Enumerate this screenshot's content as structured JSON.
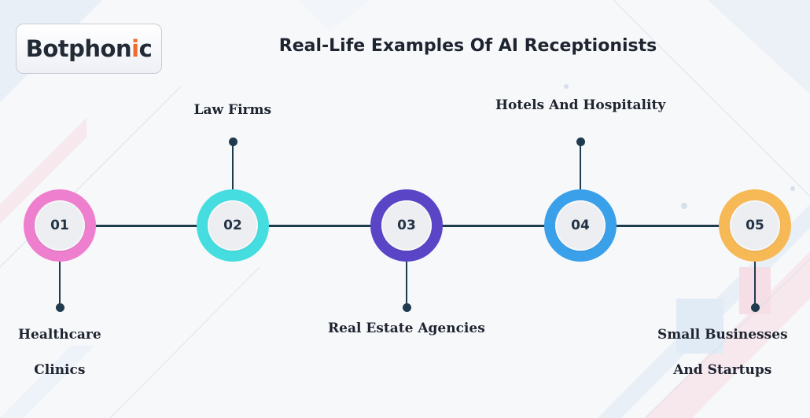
{
  "logo": {
    "text_main": "Botphon",
    "text_accent_i": "i",
    "text_end": "c"
  },
  "title": "Real-Life Examples Of AI Receptionists",
  "steps": [
    {
      "number": "01",
      "color": "#ee7fcf",
      "label_lines": [
        "Healthcare",
        "Clinics"
      ],
      "position": "below"
    },
    {
      "number": "02",
      "color": "#45dde0",
      "label_lines": [
        "Law Firms"
      ],
      "position": "above"
    },
    {
      "number": "03",
      "color": "#5a45c7",
      "label_lines": [
        "Real Estate Agencies"
      ],
      "position": "below"
    },
    {
      "number": "04",
      "color": "#3ba0ea",
      "label_lines": [
        "Hotels And Hospitality"
      ],
      "position": "above"
    },
    {
      "number": "05",
      "color": "#f6b955",
      "label_lines": [
        "Small Businesses",
        "And Startups"
      ],
      "position": "below"
    }
  ],
  "colors": {
    "line": "#1f3b4d",
    "logo_accent": "#f06a2a"
  }
}
